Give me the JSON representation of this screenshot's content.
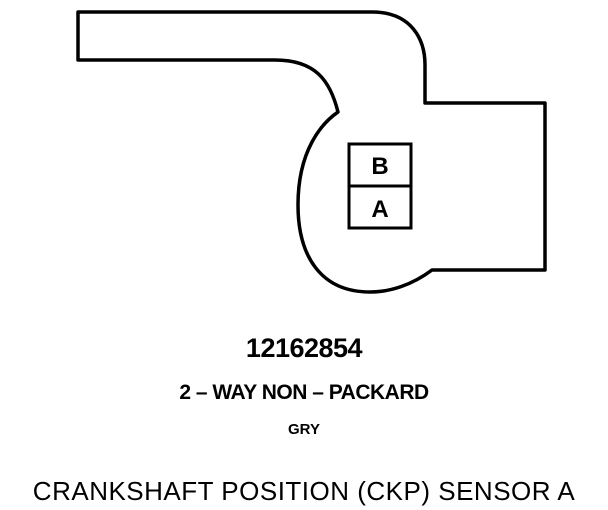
{
  "connector": {
    "cavities": [
      {
        "label": "B"
      },
      {
        "label": "A"
      }
    ],
    "part_number": "12162854",
    "type": "2 – WAY NON – PACKARD",
    "color": "GRY"
  },
  "component": {
    "name": "CRANKSHAFT POSITION (CKP) SENSOR A"
  }
}
